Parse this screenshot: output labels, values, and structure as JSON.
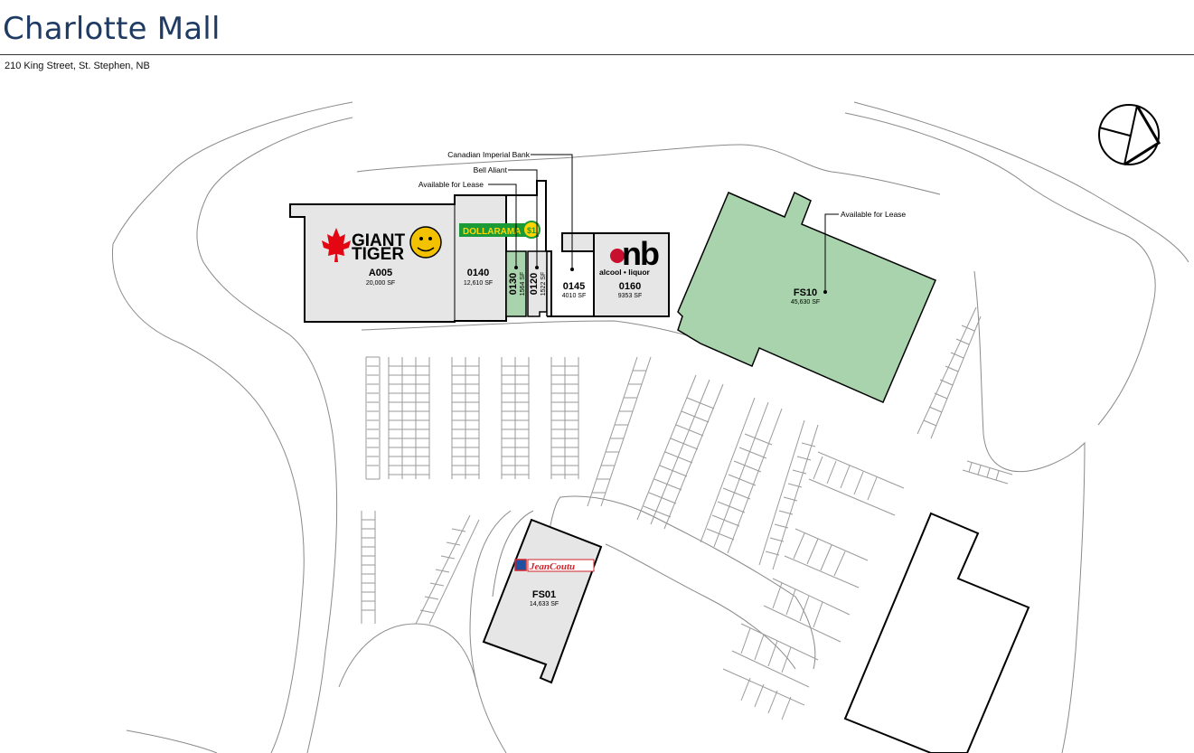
{
  "header": {
    "title": "Charlotte Mall",
    "address": "210 King Street, St. Stephen, NB"
  },
  "units": [
    {
      "id": "A005",
      "area": "20,000 SF"
    },
    {
      "id": "0140",
      "area": "12,610 SF"
    },
    {
      "id": "0130",
      "area": "1564 SF"
    },
    {
      "id": "0120",
      "area": "1522 SF"
    },
    {
      "id": "0145",
      "area": "4010 SF"
    },
    {
      "id": "0160",
      "area": "9353 SF"
    },
    {
      "id": "FS10",
      "area": "45,630 SF"
    },
    {
      "id": "FS01",
      "area": "14,633 SF"
    }
  ],
  "callouts": {
    "cibc": "Canadian Imperial Bank",
    "bell": "Bell Aliant",
    "avail_0130": "Available for Lease",
    "avail_fs10": "Available for Lease"
  },
  "tenant_logos": {
    "giant_tiger": [
      "GIANT",
      "TIGER"
    ],
    "dollarama": "DOLLARAMA",
    "dollarama_badge": "$1",
    "anbl": "nb",
    "anbl_sub": "alcool • liquor",
    "jean_coutu": "JeanCoutu"
  },
  "colors": {
    "title": "#1f3b63",
    "leased_unit": "#e6e6e6",
    "available_unit": "#a9d3ad",
    "outline": "#000000",
    "site_line": "#8a8a8a",
    "parking_line": "#9a9a9a",
    "giant_tiger_red": "#e30613",
    "dollarama_green": "#1a9b38",
    "dollarama_yellow": "#ffd500",
    "anbl_red": "#c8102e",
    "jean_coutu_red": "#d2232a",
    "jean_coutu_blue": "#1e4fa0"
  }
}
